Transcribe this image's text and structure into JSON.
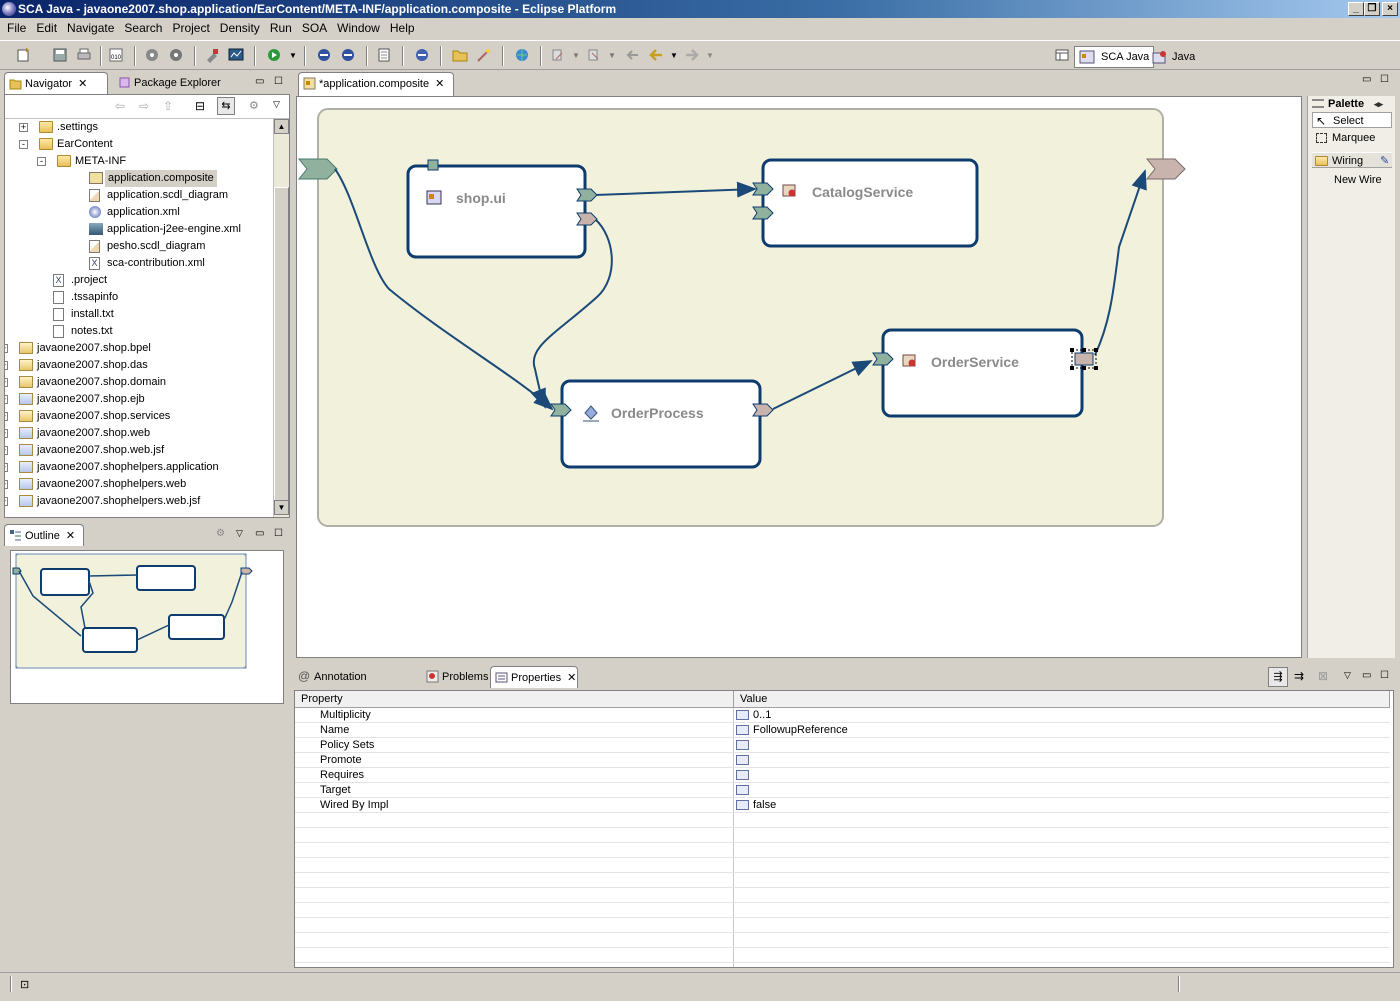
{
  "window": {
    "title": "SCA Java - javaone2007.shop.application/EarContent/META-INF/application.composite - Eclipse Platform"
  },
  "menu": [
    "File",
    "Edit",
    "Navigate",
    "Search",
    "Project",
    "Density",
    "Run",
    "SOA",
    "Window",
    "Help"
  ],
  "perspectives": {
    "sca": "SCA Java",
    "java": "Java"
  },
  "navigator": {
    "tabs": {
      "navigator": "Navigator",
      "package_explorer": "Package Explorer"
    },
    "items": [
      {
        "label": ".settings",
        "expand": "+"
      },
      {
        "label": "EarContent",
        "expand": "-"
      },
      {
        "label": "META-INF",
        "expand": "-"
      },
      {
        "label": "application.composite"
      },
      {
        "label": "application.scdl_diagram"
      },
      {
        "label": "application.xml"
      },
      {
        "label": "application-j2ee-engine.xml"
      },
      {
        "label": "pesho.scdl_diagram"
      },
      {
        "label": "sca-contribution.xml"
      },
      {
        "label": ".project"
      },
      {
        "label": ".tssapinfo"
      },
      {
        "label": "install.txt"
      },
      {
        "label": "notes.txt"
      },
      {
        "label": "javaone2007.shop.bpel",
        "expand": "+"
      },
      {
        "label": "javaone2007.shop.das",
        "expand": "+"
      },
      {
        "label": "javaone2007.shop.domain",
        "expand": "+"
      },
      {
        "label": "javaone2007.shop.ejb",
        "expand": "+"
      },
      {
        "label": "javaone2007.shop.services",
        "expand": "+"
      },
      {
        "label": "javaone2007.shop.web",
        "expand": "+"
      },
      {
        "label": "javaone2007.shop.web.jsf",
        "expand": "+"
      },
      {
        "label": "javaone2007.shophelpers.application",
        "expand": "+"
      },
      {
        "label": "javaone2007.shophelpers.web",
        "expand": "+"
      },
      {
        "label": "javaone2007.shophelpers.web.jsf",
        "expand": "+"
      }
    ]
  },
  "outline": {
    "tab": "Outline"
  },
  "editor": {
    "tab": "*application.composite"
  },
  "diagram": {
    "components": {
      "shop_ui": "shop.ui",
      "catalog": "CatalogService",
      "order_process": "OrderProcess",
      "order_service": "OrderService"
    }
  },
  "palette": {
    "title": "Palette",
    "select": "Select",
    "marquee": "Marquee",
    "wiring": "Wiring",
    "new_wire": "New Wire"
  },
  "bottom_tabs": {
    "annotation": "Annotation Properties",
    "problems": "Problems",
    "properties": "Properties"
  },
  "properties": {
    "col_property": "Property",
    "col_value": "Value",
    "rows": [
      {
        "k": "Multiplicity",
        "v": "0..1"
      },
      {
        "k": "Name",
        "v": "FollowupReference"
      },
      {
        "k": "Policy Sets",
        "v": ""
      },
      {
        "k": "Promote",
        "v": ""
      },
      {
        "k": "Requires",
        "v": ""
      },
      {
        "k": "Target",
        "v": ""
      },
      {
        "k": "Wired By Impl",
        "v": "false"
      }
    ]
  },
  "colors": {
    "composite_fill": "#f2f2dc",
    "component_border": "#0e3c6e",
    "wire": "#1b4a78",
    "service_chevron": "#8fb19e",
    "reference_chevron": "#c9b4ad"
  }
}
